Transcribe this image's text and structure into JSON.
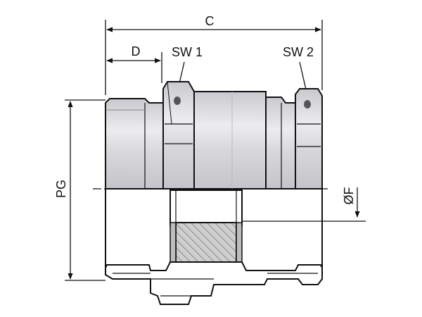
{
  "labels": {
    "c": "C",
    "d": "D",
    "sw1": "SW 1",
    "sw2": "SW 2",
    "pg": "PG",
    "oef": "ØF"
  },
  "colors": {
    "line": "#111111",
    "body_fill": "#d9d9dd",
    "nut_fill": "#cdcdd2",
    "highlight": "#f2f2f4",
    "seal_fill": "#c7c7c7",
    "seal_hatch": "#8a8a8a",
    "ring_fill": "#bdbdbd"
  }
}
